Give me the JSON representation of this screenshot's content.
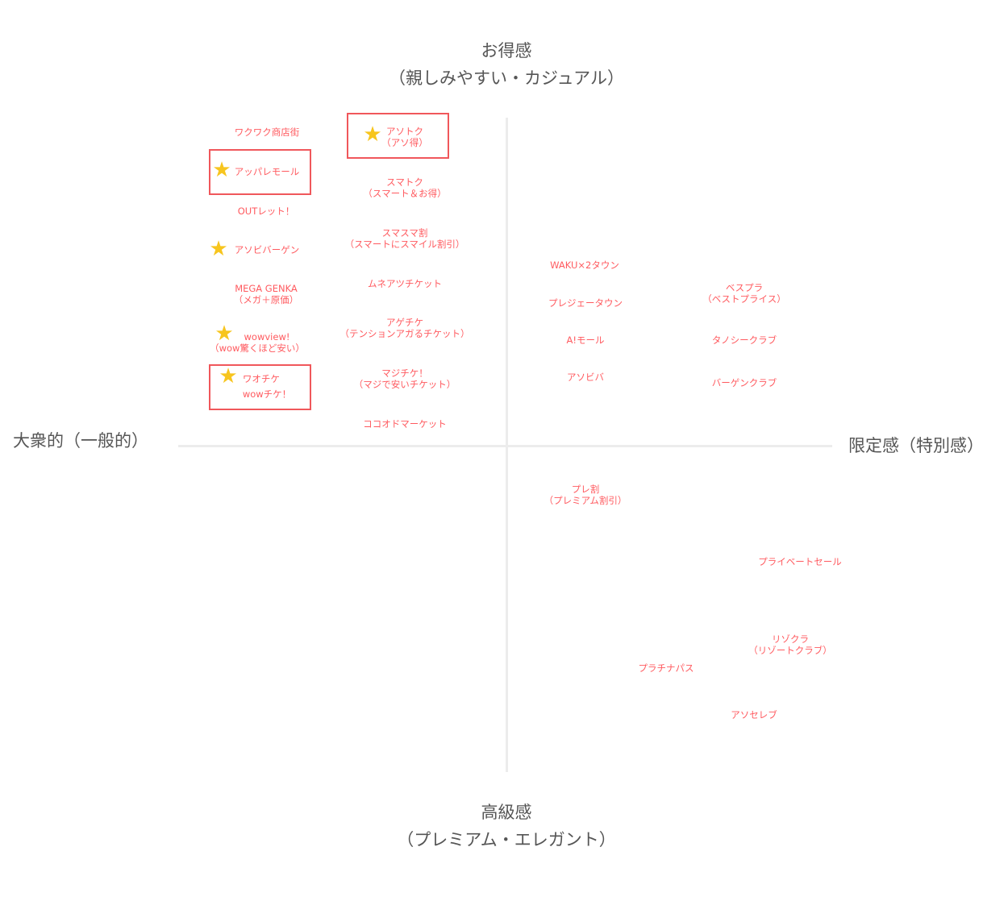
{
  "axes": {
    "top": {
      "line1": "お得感",
      "line2": "（親しみやすい・カジュアル）"
    },
    "bottom": {
      "line1": "高級感",
      "line2": "（プレミアム・エレガント）"
    },
    "left": "大衆的（一般的）",
    "right": "限定感（特別感）"
  },
  "colors": {
    "label": "#ff5a5f",
    "box": "#f0575b",
    "star": "#f7c51e",
    "axis": "#ececec",
    "axis_text": "#555555"
  },
  "items": {
    "wakuwaku": {
      "line1": "ワクワク商店街"
    },
    "asotoku": {
      "line1": "アソトク",
      "line2": "（アソ得）",
      "starred": true,
      "boxed": true
    },
    "appare": {
      "line1": "アッパレモール",
      "starred": true,
      "boxed": true
    },
    "sumatoku": {
      "line1": "スマトク",
      "line2": "（スマート＆お得）"
    },
    "outlet": {
      "line1": "OUTレット！"
    },
    "sumasuma": {
      "line1": "スマスマ割",
      "line2": "（スマートにスマイル割引）"
    },
    "asobibargain": {
      "line1": "アソビバーゲン",
      "starred": true
    },
    "muneatsu": {
      "line1": "ムネアツチケット"
    },
    "megagenka": {
      "line1": "MEGA GENKA",
      "line2": "（メガ＋原価）"
    },
    "agechike": {
      "line1": "アゲチケ",
      "line2": "（テンションアガるチケット）"
    },
    "wowview": {
      "line1": "wowview!",
      "line2": "（wow驚くほど安い）",
      "starred": true
    },
    "waochike": {
      "line1": "ワオチケ",
      "line2": "wowチケ！",
      "starred": true,
      "boxed": true
    },
    "majichike": {
      "line1": "マジチケ！",
      "line2": "（マジで安いチケット）"
    },
    "kokoodo": {
      "line1": "ココオドマーケット"
    },
    "waku2": {
      "line1": "WAKU×2タウン"
    },
    "pleasure": {
      "line1": "プレジェータウン"
    },
    "amall": {
      "line1": "A!モール"
    },
    "asobiba": {
      "line1": "アソビバ"
    },
    "bespura": {
      "line1": "ベスプラ",
      "line2": "（ベストプライス）"
    },
    "tanoshi": {
      "line1": "タノシークラブ"
    },
    "bargainclub": {
      "line1": "バーゲンクラブ"
    },
    "prewari": {
      "line1": "プレ割",
      "line2": "（プレミアム割引）"
    },
    "private": {
      "line1": "プライベートセール"
    },
    "rizokura": {
      "line1": "リゾクラ",
      "line2": "（リゾートクラブ）"
    },
    "platinum": {
      "line1": "プラチナパス"
    },
    "asoceleb": {
      "line1": "アソセレブ"
    }
  }
}
